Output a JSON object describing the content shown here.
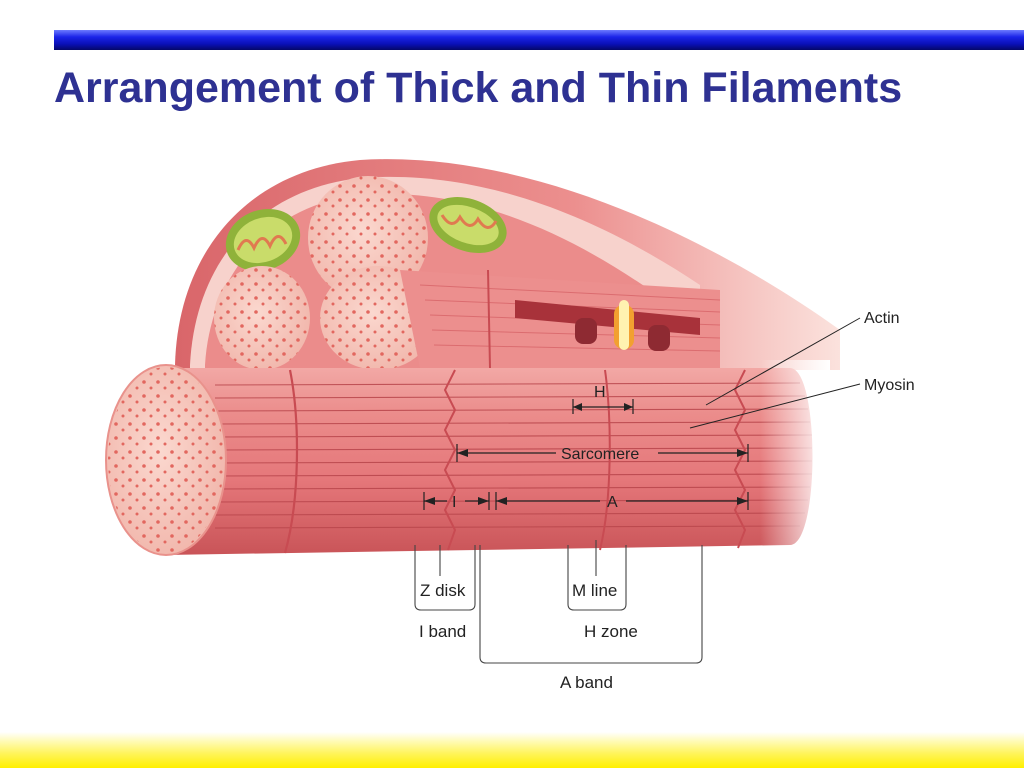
{
  "slide": {
    "title": "Arrangement of Thick and Thin Filaments"
  },
  "labels": {
    "actin": "Actin",
    "myosin": "Myosin",
    "h": "H",
    "sarcomere": "Sarcomere",
    "i": "I",
    "a": "A",
    "z_disk": "Z disk",
    "m_line": "M line",
    "i_band": "I band",
    "h_zone": "H zone",
    "a_band": "A band"
  },
  "colors": {
    "title": "#2e3192",
    "muscle": "#e8767a",
    "muscle_light": "#f4b3b0",
    "fiber_end": "#f6c9c0",
    "mitochondria": "#a8c84a",
    "top_bar": "#1a24e8",
    "bottom_bar": "#fff000"
  }
}
